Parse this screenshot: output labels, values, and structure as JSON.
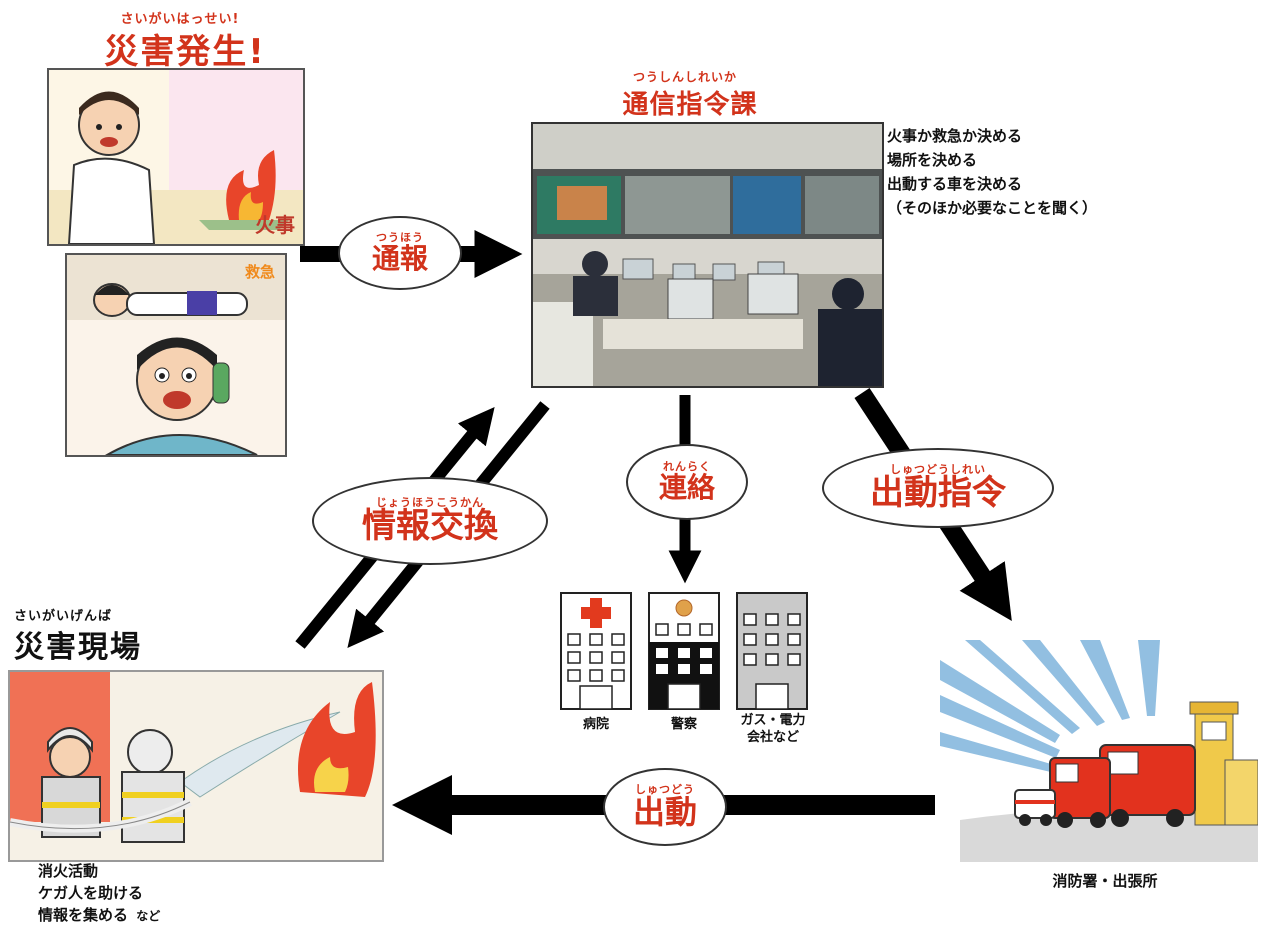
{
  "disaster": {
    "ruby": "さいがいはっせい!",
    "title": "災害発生!",
    "fire_label": "火事",
    "ambulance_label": "救急"
  },
  "command_center": {
    "ruby": "つうしんしれいか",
    "title": "通信指令課",
    "duties": [
      "火事か救急か決める",
      "場所を決める",
      "出動する車を決める",
      "（そのほか必要なことを聞く）"
    ]
  },
  "report": {
    "ruby": "つうほう",
    "label": "通報"
  },
  "contact": {
    "ruby": "れんらく",
    "label": "連絡"
  },
  "dispatch_order": {
    "ruby": "しゅつどうしれい",
    "label": "出動指令"
  },
  "info_exchange": {
    "ruby": "じょうほうこうかん",
    "label": "情報交換"
  },
  "dispatch": {
    "ruby": "しゅつどう",
    "label": "出動"
  },
  "scene": {
    "ruby": "さいがいげんば",
    "title": "災害現場",
    "activities": [
      "消火活動",
      "ケガ人を助ける",
      "情報を集める"
    ],
    "activities_suffix": "など"
  },
  "buildings": [
    {
      "name": "病院",
      "kind": "hospital"
    },
    {
      "name": "警察",
      "kind": "police"
    },
    {
      "name": "ガス・電力",
      "name2": "会社など",
      "kind": "utility"
    }
  ],
  "station": {
    "label": "消防署・出張所"
  },
  "colors": {
    "accent_red": "#d2331b",
    "arrow": "#000000"
  }
}
